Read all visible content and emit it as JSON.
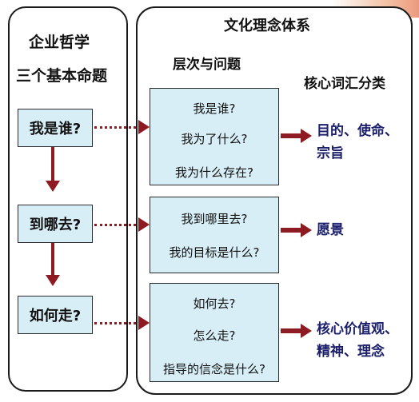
{
  "left_panel": {
    "title_line1": "企业哲学",
    "title_line2": "三个基本命题",
    "questions": [
      "我是谁?",
      "到哪去?",
      "如何走?"
    ]
  },
  "right_panel": {
    "title": "文化理念体系",
    "column_layers": "层次与问题",
    "column_vocab": "核心词汇分类",
    "layers": [
      {
        "lines": [
          "我是谁?",
          "我为了什么?",
          "我为什么存在?"
        ]
      },
      {
        "lines": [
          "我到哪里去?",
          "我的目标是什么?"
        ]
      },
      {
        "lines": [
          "如何去?",
          "怎么走?",
          "指导的信念是什么?"
        ]
      }
    ],
    "results": [
      {
        "line1": "目的、使命、",
        "line2": "宗旨"
      },
      {
        "line1": "愿景",
        "line2": ""
      },
      {
        "line1": "核心价值观、",
        "line2": "精神、理念"
      }
    ]
  },
  "colors": {
    "arrow": "#8e1a22",
    "box_fill": "#d8eef7",
    "result_text": "#1b1f6b"
  }
}
